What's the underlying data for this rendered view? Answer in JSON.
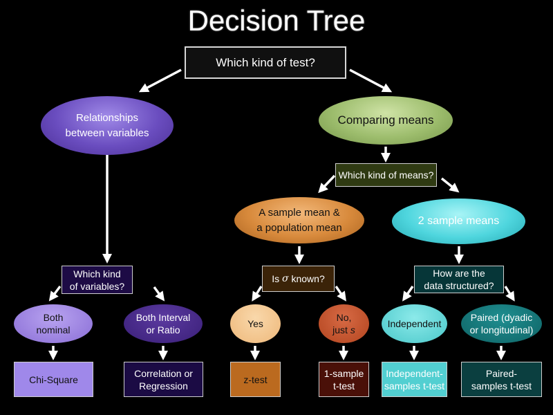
{
  "title": "Decision Tree",
  "nodes": {
    "root": "Which kind of test?",
    "relationships": "Relationships\nbetween variables",
    "comparing_means": "Comparing means",
    "which_kind_means": "Which kind of means?",
    "sample_population": "A sample mean &\na population mean",
    "two_sample": "2 sample means",
    "which_kind_variables": "Which kind\nof variables?",
    "sigma_known": {
      "prefix": "Is ",
      "symbol": "σ",
      "suffix": " known?"
    },
    "data_structured": "How are the\ndata structured?",
    "both_nominal": "Both\nnominal",
    "both_interval": "Both Interval\nor Ratio",
    "yes": "Yes",
    "no_just_s": {
      "line1": "No,",
      "line2_prefix": "just ",
      "symbol": "s"
    },
    "independent": "Independent",
    "paired": "Paired (dyadic\nor longitudinal)"
  },
  "results": {
    "chi_square": "Chi-Square",
    "correlation": "Correlation or\nRegression",
    "z_test": "z-test",
    "one_sample": "1-sample\nt-test",
    "independent_t": "Independent-\nsamples t-test",
    "paired_t": "Paired-\nsamples t-test"
  },
  "colors": {
    "relationships": "#6a4dbf",
    "comparing_means": "#9dbd6d",
    "sample_population": "#d88a3c",
    "two_sample": "#4fd6de",
    "arrow": "#ffffff"
  }
}
